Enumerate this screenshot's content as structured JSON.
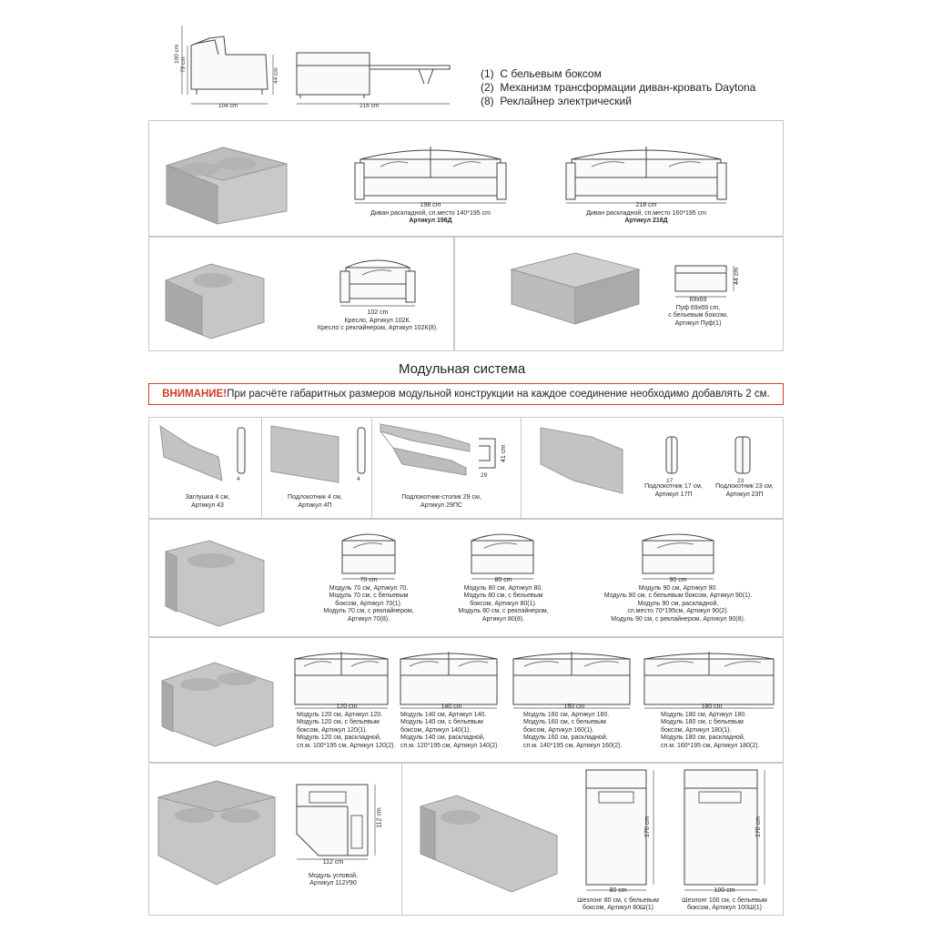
{
  "legend": [
    {
      "code": "(1)",
      "text": "С бельевым боксом"
    },
    {
      "code": "(2)",
      "text": "Механизм  трансформации диван-кровать Daytona"
    },
    {
      "code": "(8)",
      "text": "Реклайнер электрический"
    }
  ],
  "top_dims": {
    "h100": "100 cm",
    "h79": "79 cm",
    "h44": "44 cm",
    "w104": "104 cm",
    "w216": "216 cm"
  },
  "sofas": {
    "s198": {
      "dim": "198 cm",
      "line1": "Диван раскладной, сп.место 140*195 cm",
      "line2": "Артикул 198Д"
    },
    "s218": {
      "dim": "218 cm",
      "line1": "Диван раскладной, сп.место 160*195 cm",
      "line2": "Артикул 218Д"
    }
  },
  "armchair": {
    "dim": "102 cm",
    "line1": "Кресло, Артикул 102К.",
    "line2": "Кресло с реклайнером, Артикул 102К(8)."
  },
  "pouf": {
    "dim_w": "69x69",
    "dim_h": "44 cm",
    "line1": "Пуф 69x69 cm,",
    "line2": "с бельевым боксом,",
    "line3": "Артикул Пуф(1)"
  },
  "section_title": "Модульная система",
  "warning": {
    "label": "ВНИМАНИЕ!",
    "text": " При расчёте габаритных размеров модульной конструкции на каждое соединение необходимо добавлять 2 см."
  },
  "parts": {
    "p43": {
      "dim": "4",
      "line1": "Заглушка 4 см,",
      "line2": "Артикул 43"
    },
    "p4p": {
      "dim": "4",
      "line1": "Подлокотник 4 см,",
      "line2": "Артикул 4П"
    },
    "p29": {
      "dim_w": "29",
      "dim_h": "41 cm",
      "line1": "Подлокотник-столик 29 см,",
      "line2": "Артикул 29ПС"
    },
    "p17": {
      "dim": "17",
      "line1": "Подлокотник 17 см,",
      "line2": "Артикул 17П"
    },
    "p23": {
      "dim": "23",
      "line1": "Подлокотник 23 см,",
      "line2": "Артикул 23П"
    }
  },
  "mod_single": {
    "m70": {
      "dim": "70 cm",
      "lines": [
        "Модуль 70 см, Артикул 70.",
        "Модуль 70 см, с бельевым",
        "боксом, Артикул 70(1).",
        "Модуль 70 см, с реклайнером,",
        "Артикул 70(8)."
      ]
    },
    "m80": {
      "dim": "80 cm",
      "lines": [
        "Модуль 80 см, Артикул 80.",
        "Модуль 80 см, с бельевым",
        "боксом, Артикул 80(1).",
        "Модуль 80 см, с реклайнером,",
        "Артикул 80(8)."
      ]
    },
    "m90": {
      "dim": "90 cm",
      "lines": [
        "Модуль 90 см, Артикул 90.",
        "Модуль 90 см, с бельевым боксом, Артикул 90(1).",
        "Модуль 90 см, раскладной,",
        "сп.место 70*195см, Артикул 90(2).",
        "Модуль 90 см, с реклайнером, Артикул 90(8)."
      ]
    }
  },
  "mod_double": {
    "m120": {
      "dim": "120 cm",
      "lines": [
        "Модуль  120  см,  Артикул  120.",
        "Модуль  120  см,  с  бельевым",
        "боксом,  Артикул  120(1).",
        "Модуль  120  см,  раскладной,",
        "сп.м. 100*195 см, Артикул 120(2)."
      ]
    },
    "m140": {
      "dim": "140 cm",
      "lines": [
        "Модуль  140  см,  Артикул  140.",
        "Модуль  140  см,  с  бельевым",
        "боксом,  Артикул  140(1).",
        "Модуль  140  см,  раскладной,",
        "сп.м. 120*195 см, Артикул 140(2)."
      ]
    },
    "m160": {
      "dim": "160 cm",
      "lines": [
        "Модуль  160  см,  Артикул  160.",
        "Модуль  160  см,  с  бельевым",
        "боксом,  Артикул  160(1).",
        "Модуль  160  см,  раскладной,",
        "сп.м. 140*195 см, Артикул 160(2)."
      ]
    },
    "m180": {
      "dim": "180 cm",
      "lines": [
        "Модуль  180  см,  Артикул  180.",
        "Модуль  180  см,  с  бельевым",
        "боксом,  Артикул  180(1).",
        "Модуль  180  см,  раскладной,",
        "сп.м. 160*195 см, Артикул 180(2)."
      ]
    }
  },
  "corner": {
    "dim_w": "112 cm",
    "dim_h": "112 cm",
    "line1": "Модуль угловой,",
    "line2": "Артикул 112У90"
  },
  "chaise": {
    "c80": {
      "dim_w": "80 cm",
      "dim_h": "170 cm",
      "line1": "Шезлонг 80 см, с бельевым",
      "line2": "боксом, Артикул 80Ш(1)"
    },
    "c100": {
      "dim_w": "100 cm",
      "dim_h": "170 cm",
      "line1": "Шезлонг 100 см, с бельевым",
      "line2": "боксом, Артикул 100Ш(1)"
    }
  }
}
